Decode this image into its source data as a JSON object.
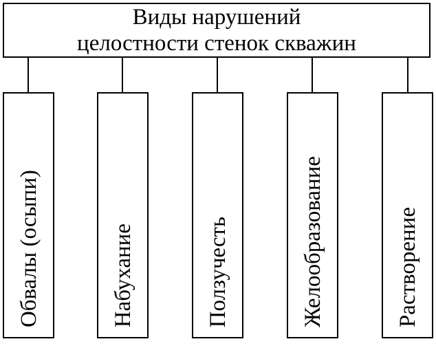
{
  "title": {
    "line1": "Виды нарушений",
    "line2": "целостности стенок скважин"
  },
  "children": [
    {
      "label": "Обвалы (осыпи)"
    },
    {
      "label": "Набухание"
    },
    {
      "label": "Ползучесть"
    },
    {
      "label": "Желообразование"
    },
    {
      "label": "Растворение"
    }
  ]
}
